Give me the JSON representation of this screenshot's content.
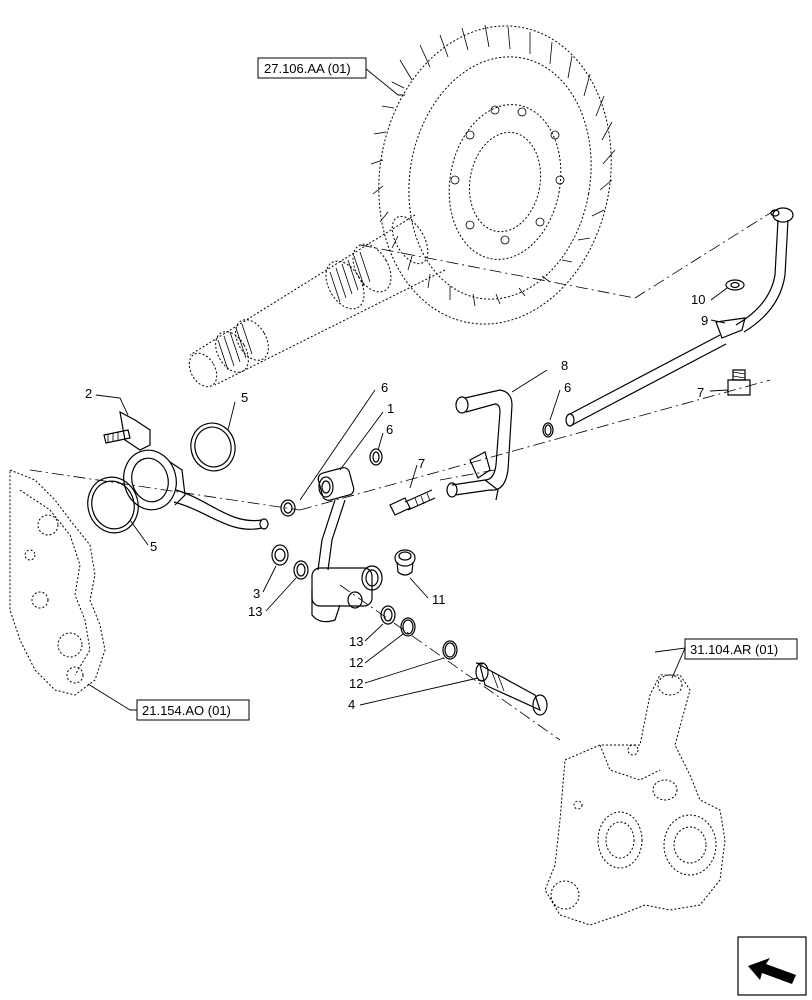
{
  "references": [
    {
      "id": "ref-gear",
      "label": "27.106.AA (01)"
    },
    {
      "id": "ref-housing",
      "label": "21.154.AO (01)"
    },
    {
      "id": "ref-valve",
      "label": "31.104.AR (01)"
    }
  ],
  "callouts": {
    "c1": "1",
    "c2": "2",
    "c3": "3",
    "c4": "4",
    "c5a": "5",
    "c5b": "5",
    "c6a": "6",
    "c6b": "6",
    "c6c": "6",
    "c7a": "7",
    "c7b": "7",
    "c8": "8",
    "c9": "9",
    "c10": "10",
    "c11": "11",
    "c12a": "12",
    "c12b": "12",
    "c13a": "13",
    "c13b": "13"
  },
  "icons": {
    "corner": "navigation-arrow-icon"
  }
}
